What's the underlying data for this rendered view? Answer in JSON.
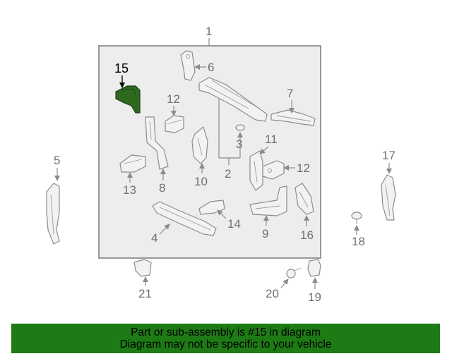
{
  "diagram": {
    "callouts": {
      "c1": "1",
      "c2": "2",
      "c3": "3",
      "c4": "4",
      "c5": "5",
      "c6": "6",
      "c7": "7",
      "c8": "8",
      "c9": "9",
      "c10": "10",
      "c11": "11",
      "c12a": "12",
      "c12b": "12",
      "c13": "13",
      "c14": "14",
      "c15": "15",
      "c16": "16",
      "c17": "17",
      "c18": "18",
      "c19": "19",
      "c20": "20",
      "c21": "21"
    },
    "highlighted_part": "15",
    "highlight_color": "#2d6a1f",
    "banner_color": "#1e7a15"
  },
  "banner": {
    "line1": "Part or sub-assembly is #15 in diagram",
    "line2": "Diagram may not be specific to your vehicle"
  }
}
